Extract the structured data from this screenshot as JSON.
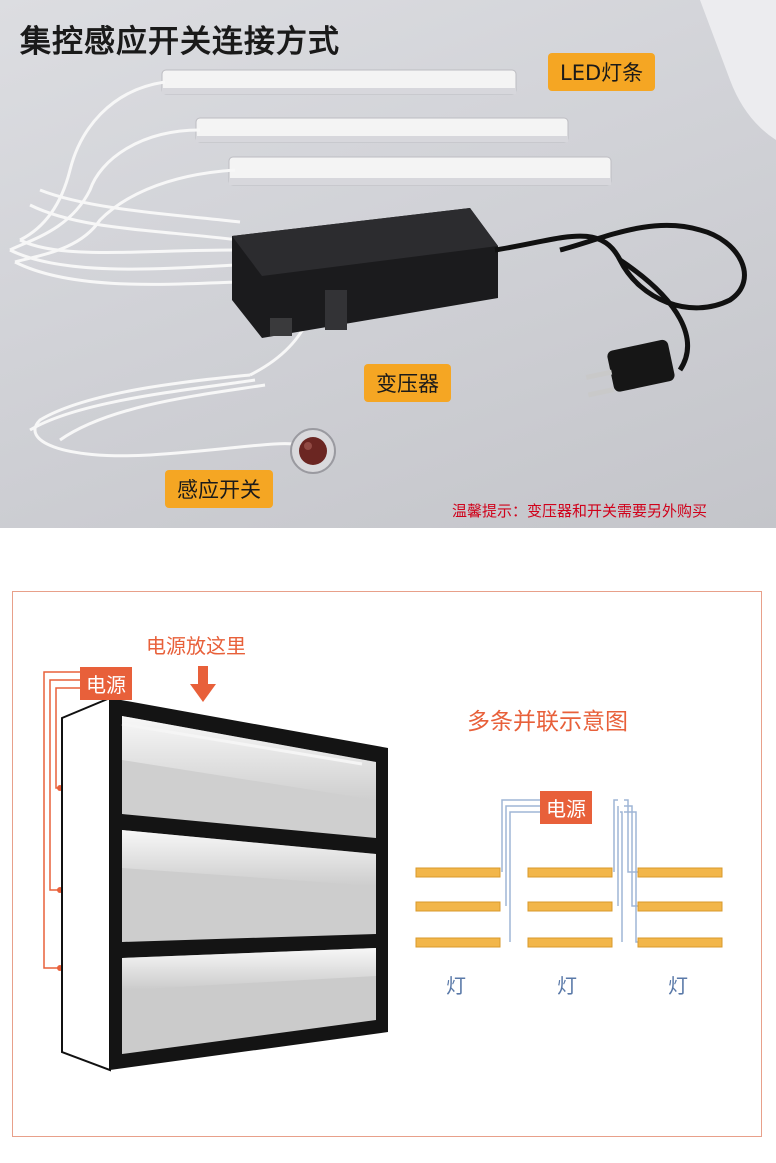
{
  "photo": {
    "title": "集控感应开关连接方式",
    "labels": {
      "led_strip": "LED灯条",
      "transformer": "变压器",
      "sensor_switch": "感应开关"
    },
    "tip": "温馨提示：变压器和开关需要另外购买"
  },
  "diagram": {
    "power_here": "电源放这里",
    "power_label": "电源",
    "parallel_title": "多条并联示意图",
    "parallel_power": "电源",
    "lamp_labels": [
      "灯",
      "灯",
      "灯"
    ],
    "colors": {
      "accent": "#e8603a",
      "lamp_bar": "#f2b64a",
      "wire": "#9fb6d6",
      "lamp_text": "#5a79a8"
    }
  }
}
